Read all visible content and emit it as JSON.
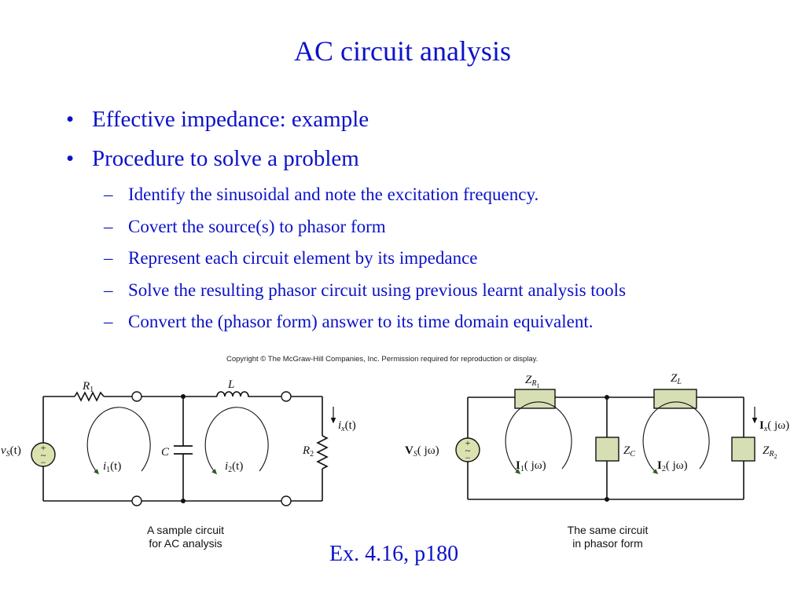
{
  "slide": {
    "title": "AC circuit analysis",
    "bullets": [
      {
        "marker": "•",
        "text": "Effective impedance:  example"
      },
      {
        "marker": "•",
        "text": "Procedure to solve a problem"
      }
    ],
    "sub_bullets": [
      {
        "marker": "–",
        "text": "Identify the sinusoidal and note the excitation frequency."
      },
      {
        "marker": "–",
        "text": "Covert the source(s) to phasor form"
      },
      {
        "marker": "–",
        "text": "Represent each circuit element by its impedance"
      },
      {
        "marker": "–",
        "text": "Solve the resulting phasor circuit using previous learnt analysis tools"
      },
      {
        "marker": "–",
        "text": "Convert the (phasor form) answer to its time domain equivalent."
      }
    ],
    "reference": "Ex.  4.16, p180"
  },
  "figure": {
    "copyright": "Copyright © The McGraw-Hill Companies, Inc. Permission required for reproduction or display.",
    "left": {
      "caption_line1": "A sample circuit",
      "caption_line2": "for AC analysis",
      "labels": {
        "R1": "R",
        "R1_sub": "1",
        "L": "L",
        "C": "C",
        "R2": "R",
        "R2_sub": "2",
        "vs": "v",
        "vs_sub": "S",
        "vs_arg": "(t)",
        "i1": "i",
        "i1_sub": "1",
        "i1_arg": "(t)",
        "i2": "i",
        "i2_sub": "2",
        "i2_arg": "(t)",
        "ix": "i",
        "ix_sub": "x",
        "ix_arg": "(t)"
      }
    },
    "right": {
      "caption_line1": "The same circuit",
      "caption_line2": "in phasor form",
      "labels": {
        "ZR1": "Z",
        "ZR1_sub": "R",
        "ZR1_subsub": "1",
        "ZL": "Z",
        "ZL_sub": "L",
        "ZC": "Z",
        "ZC_sub": "C",
        "ZR2": "Z",
        "ZR2_sub": "R",
        "ZR2_subsub": "2",
        "Vs": "V",
        "Vs_sub": "S",
        "Vs_arg": "( jω)",
        "I1": "I",
        "I1_sub": "1",
        "I1_arg": "( jω)",
        "I2": "I",
        "I2_sub": "2",
        "I2_arg": "( jω)",
        "Ix": "I",
        "Ix_sub": "x",
        "Ix_arg": "( jω)"
      }
    },
    "source_plus": "+",
    "source_tilde": "~",
    "source_minus": "−",
    "colors": {
      "text": "#0c12c8",
      "impedance_fill": "#d6dfb4",
      "source_fill": "#dbe2b0",
      "loop_arrow": "#2f5d22"
    }
  }
}
